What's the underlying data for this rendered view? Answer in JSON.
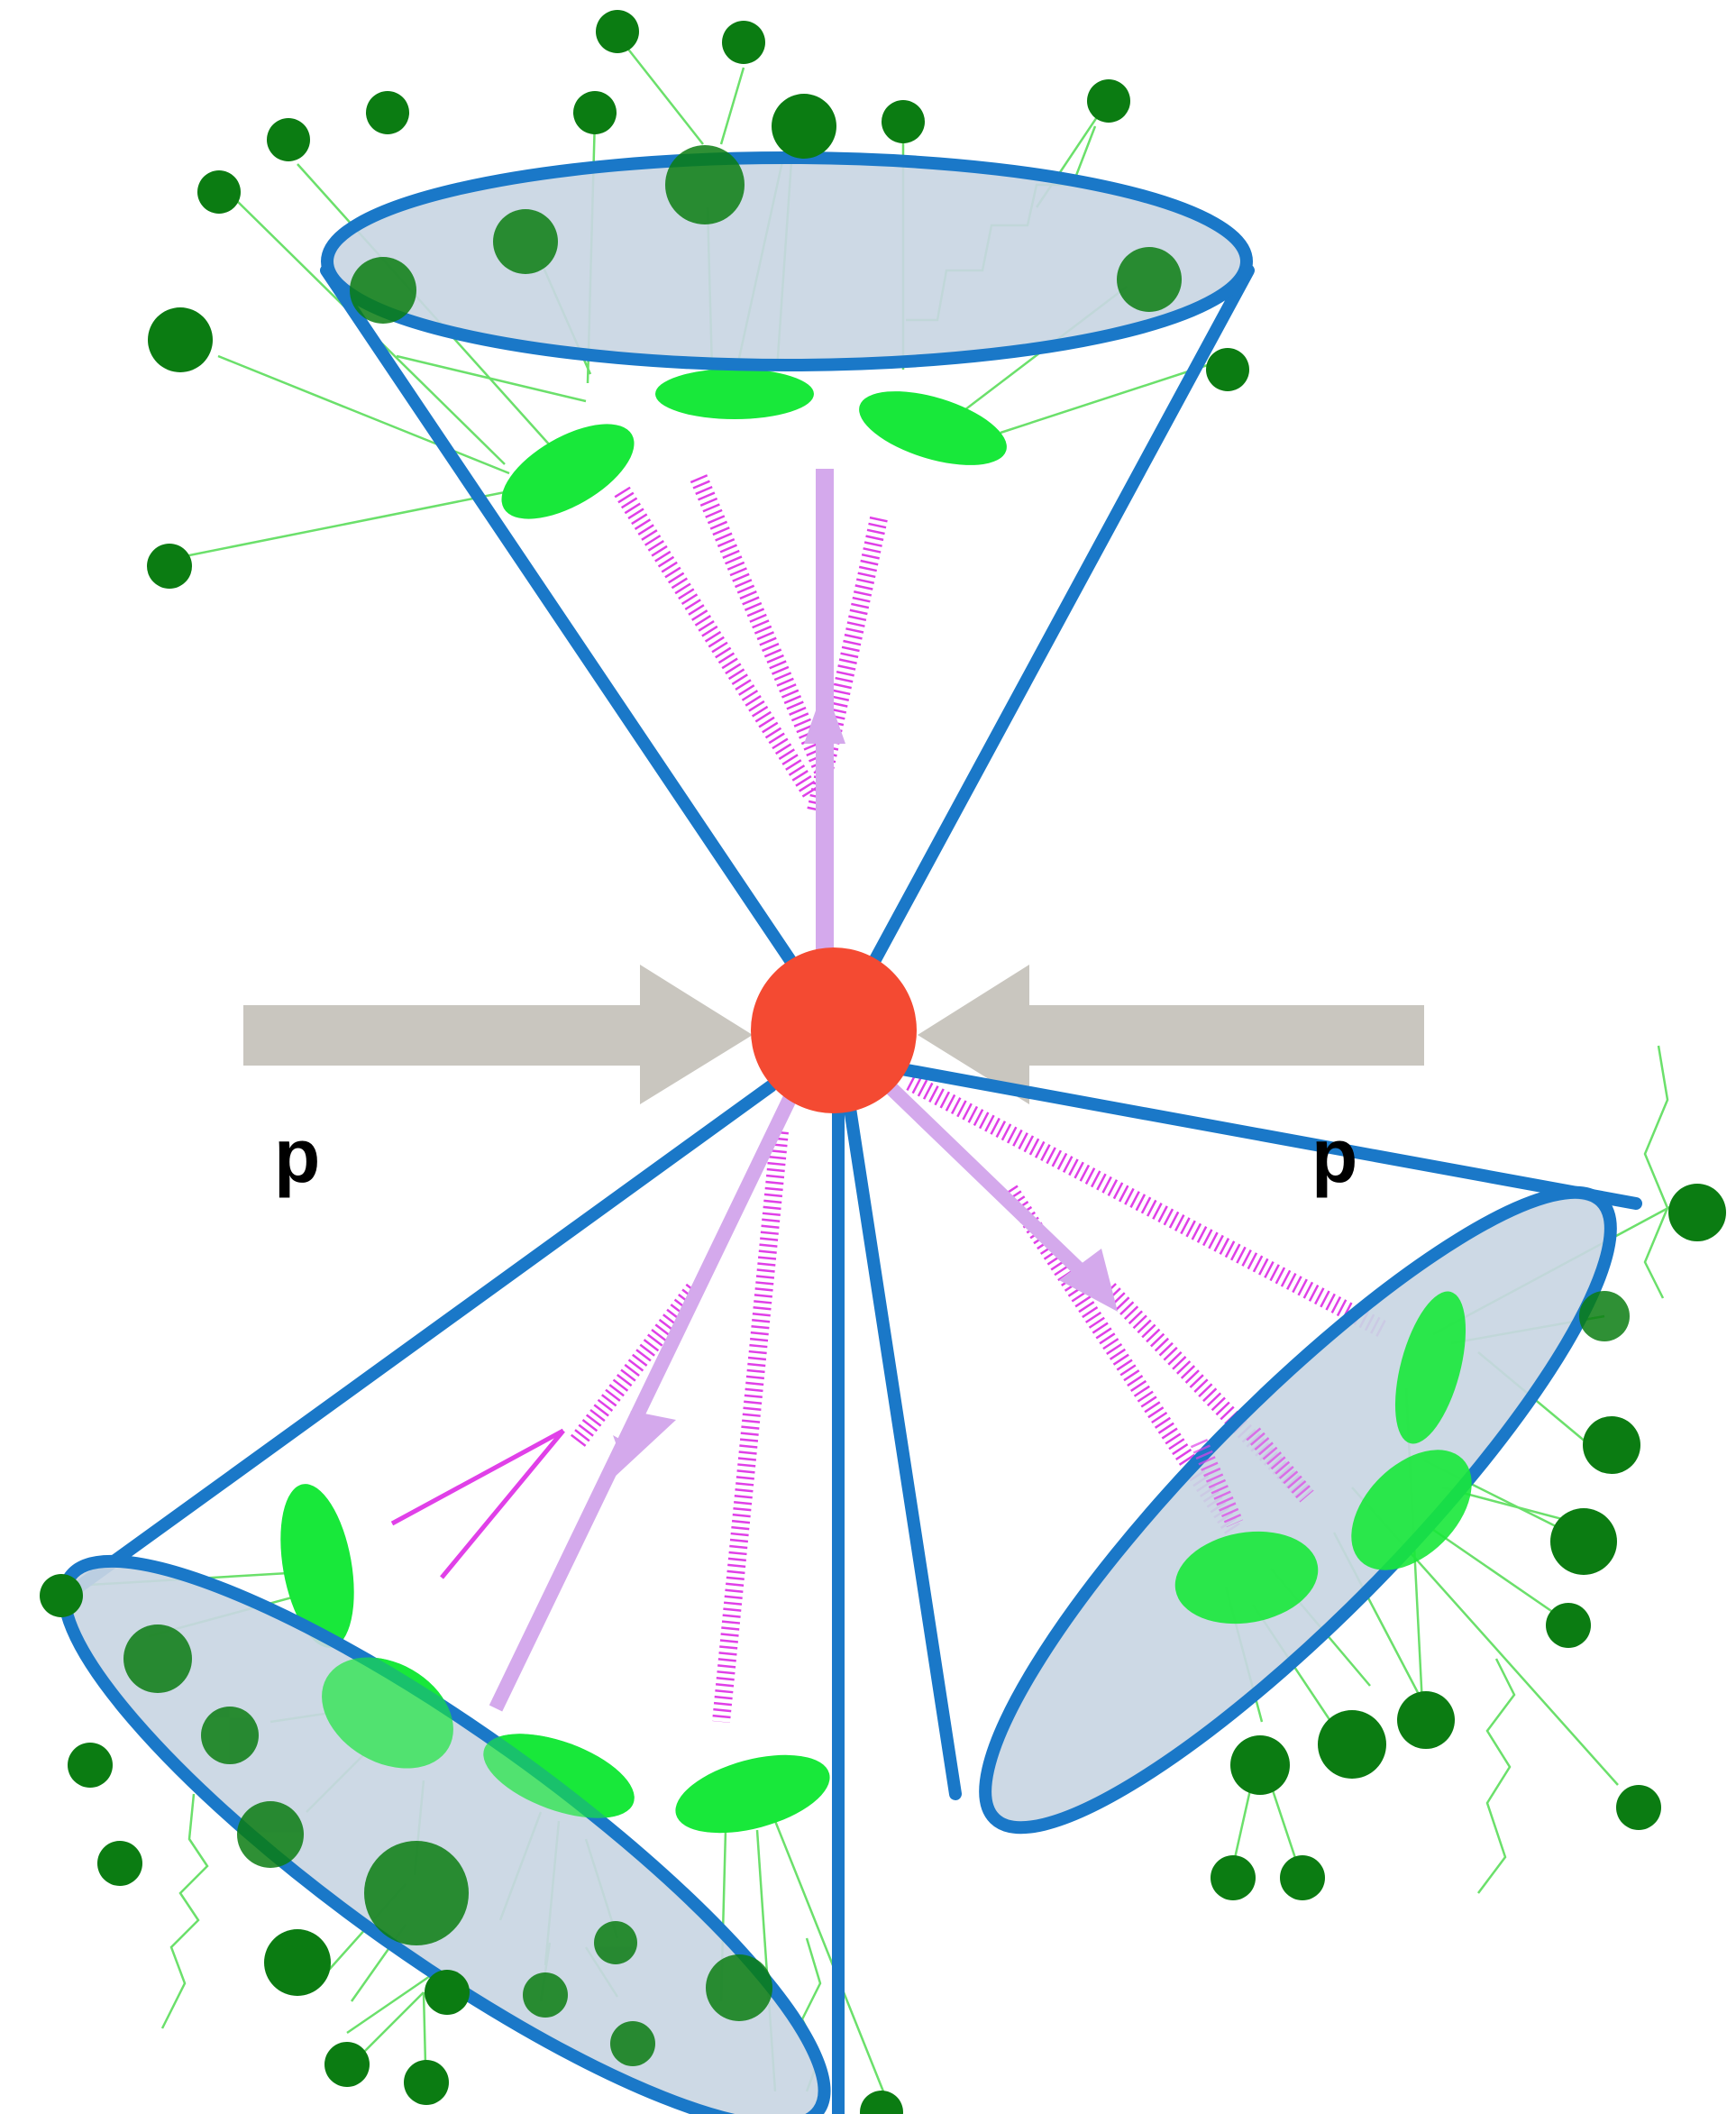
{
  "labels": {
    "beam_left": "p",
    "beam_right": "p"
  },
  "colors": {
    "cone_outline": "#1a78c8",
    "cone_fill": "#c9d6e3",
    "collision_vertex": "#f44a32",
    "proton_beam": "#c9c6bf",
    "quark_line": "#d4a9ec",
    "gluon_spring": "#e040e8",
    "light_hadron": "#18e83a",
    "dark_hadron": "#0b7c12",
    "final_particle": "#0b7c12",
    "decay_track": "#6be06b"
  },
  "jets": [
    "jet-top",
    "jet-bottom-left",
    "jet-right"
  ],
  "icons": {
    "vertex": "collision-vertex-icon",
    "beam": "proton-beam-arrow-icon"
  }
}
